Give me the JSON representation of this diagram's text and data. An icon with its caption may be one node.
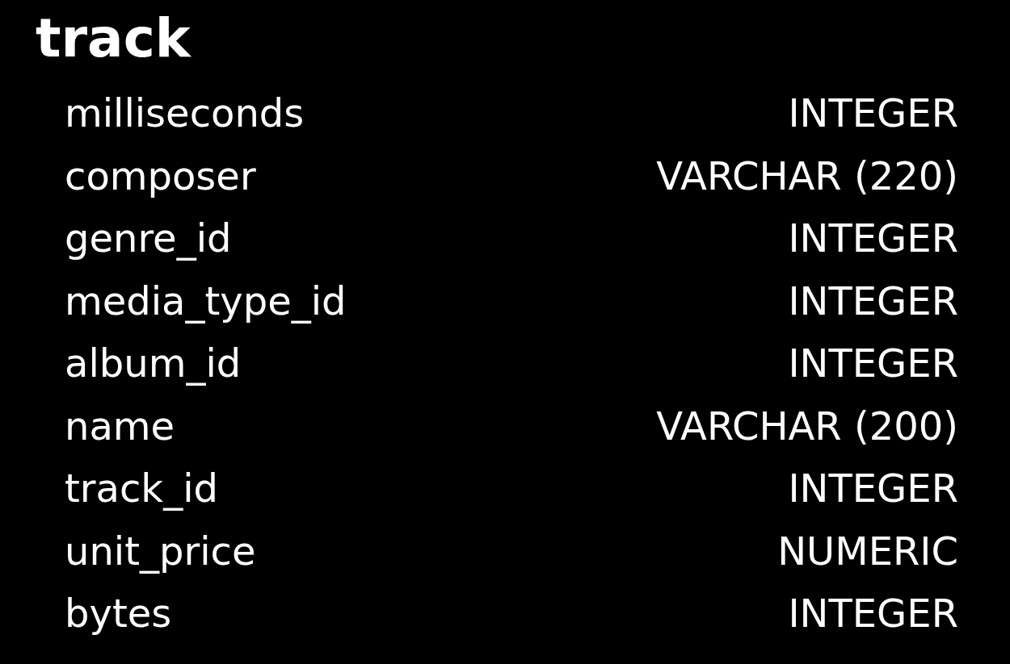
{
  "diagram": {
    "nodes": [
      {
        "text": [
          "track"
        ]
      }
    ],
    "labels": [
      "milliseconds",
      "INTEGER",
      "composer",
      "VARCHAR (220)",
      "genre_id",
      "INTEGER",
      "media_type_id",
      "INTEGER",
      "album_id",
      "INTEGER",
      "name",
      "VARCHAR (200)",
      "track_id",
      "INTEGER",
      "unit_price",
      "NUMERIC",
      "bytes",
      "INTEGER"
    ]
  }
}
